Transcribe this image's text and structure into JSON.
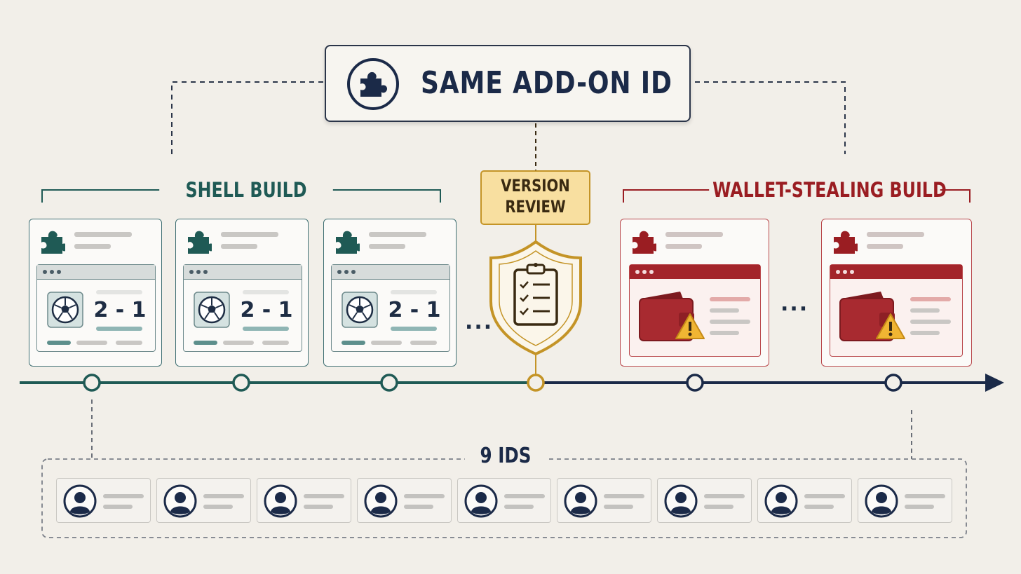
{
  "title": "SAME ADD-ON ID",
  "shell_build": {
    "label": "SHELL BUILD",
    "cards": [
      {
        "score": "2 - 1"
      },
      {
        "score": "2 - 1"
      },
      {
        "score": "2 - 1"
      }
    ],
    "ellipsis": "..."
  },
  "version_review": {
    "line1": "VERSION",
    "line2": "REVIEW"
  },
  "wallet_build": {
    "label": "WALLET-STEALING BUILD",
    "card_count": 2,
    "ellipsis": "..."
  },
  "ids": {
    "label": "9 IDS",
    "count": 9
  },
  "colors": {
    "shell": "#1f5a55",
    "wallet": "#9a1d22",
    "navy": "#1b2a48",
    "review_gold": "#c49427",
    "background": "#f2efe9"
  },
  "icons": [
    "puzzle-icon",
    "soccer-ball-icon",
    "shield-icon",
    "clipboard-checklist-icon",
    "wallet-icon",
    "warning-icon",
    "user-icon",
    "timeline-arrow-icon"
  ]
}
